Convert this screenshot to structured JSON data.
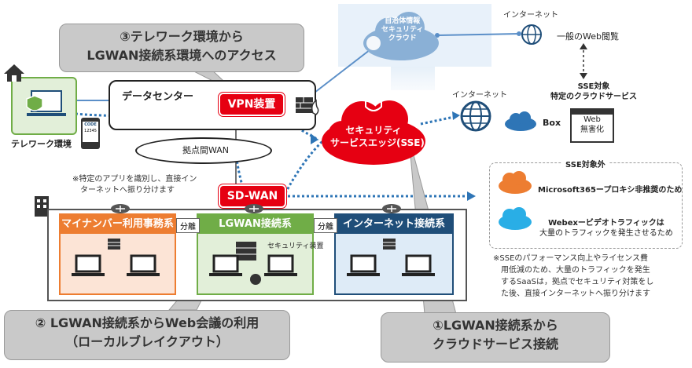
{
  "callouts": {
    "telework": [
      "③テレワーク環境から",
      "LGWAN接続系環境へのアクセス"
    ],
    "local_breakout": [
      "② LGWAN接続系からWeb会議の利用",
      "（ローカルブレイクアウト）"
    ],
    "cloud": [
      "①LGWAN接続系から",
      "クラウドサービス接続"
    ]
  },
  "labels": {
    "internet_top": "インターネット",
    "municipal_cloud": [
      "自治体情報",
      "セキュリティ",
      "クラウド"
    ],
    "general_web": "一般のWeb閲覧",
    "data_center": "データセンター",
    "vpn": "VPN装置",
    "telework_env": "テレワーク環境",
    "code": "CODE",
    "code_num": "12345",
    "wan": "拠点間WAN",
    "note_app": [
      "※特定のアプリを識別し、直接イン",
      "ターネットへ振り分けます"
    ],
    "sdwan": "SD-WAN",
    "sse": [
      "セキュリティ",
      "サービスエッジ(SSE)"
    ],
    "internet_mid": "インターネット",
    "box": "Box",
    "sse_target": [
      "SSE対象",
      "特定のクラウドサービス"
    ],
    "web_harmless": [
      "Web",
      "無害化"
    ],
    "sse_exclude": "SSE対象外",
    "m365": "Microsoft365ープロキシ非推奨のため",
    "webex": [
      "Webexービデオトラフィックは",
      "大量のトラフィックを発生させるため"
    ],
    "note_sse": [
      "※SSEのパフォーマンス向上やライセンス費",
      "用低減のため、大量のトラフィックを発生",
      "するSaaSは，拠点でセキュリティ対策をし",
      "た後、直接インターネットへ振り分けます"
    ],
    "zone_mynumber": "マイナンバー利用事務系",
    "zone_lgwan": "LGWAN接続系",
    "zone_internet": "インターネット接続系",
    "bunri1": "分離",
    "bunri2": "分離",
    "security_device": "セキュリティ装置"
  },
  "colors": {
    "red": "#e60012",
    "mynumber": "#ed7d31",
    "lgwan": "#70ad47",
    "internet": "#1f4e79",
    "callout": "#c9c9c9",
    "cloud_blue": "#2e75b6"
  }
}
